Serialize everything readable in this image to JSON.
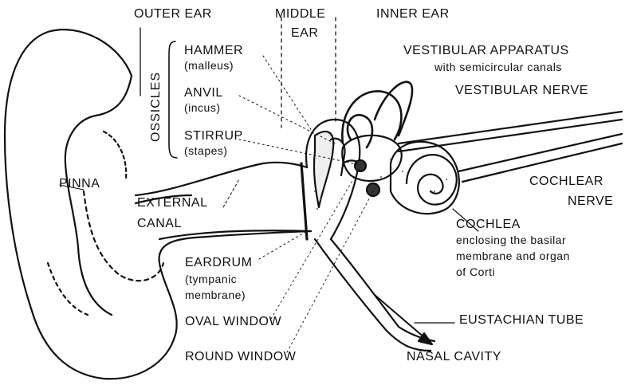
{
  "labels": {
    "outer_ear": "OUTER EAR",
    "middle_ear_line1": "MIDDLE",
    "middle_ear_line2": "EAR",
    "inner_ear": "INNER EAR",
    "ossicles": "OSSICLES",
    "hammer": "HAMMER",
    "hammer_sub": "(malleus)",
    "anvil": "ANVIL",
    "anvil_sub": "(incus)",
    "stirrup": "STIRRUP",
    "stirrup_sub": "(stapes)",
    "vestibular_apparatus": "VESTIBULAR APPARATUS",
    "vestibular_sub": "with semicircular canals",
    "vestibular_nerve": "VESTIBULAR NERVE",
    "pinna": "PINNA",
    "external_canal_line1": "EXTERNAL",
    "external_canal_line2": "CANAL",
    "cochlear_nerve_line1": "COCHLEAR",
    "cochlear_nerve_line2": "NERVE",
    "cochlea": "COCHLEA",
    "cochlea_sub1": "enclosing the basilar",
    "cochlea_sub2": "membrane and organ",
    "cochlea_sub3": "of Corti",
    "eardrum": "EARDRUM",
    "eardrum_sub1": "(tympanic",
    "eardrum_sub2": "membrane)",
    "oval_window": "OVAL WINDOW",
    "round_window": "ROUND WINDOW",
    "eustachian_tube": "EUSTACHIAN TUBE",
    "nasal_cavity": "NASAL CAVITY"
  },
  "colors": {
    "ink": "#111111",
    "background": "#ffffff",
    "shading": "#555555"
  }
}
